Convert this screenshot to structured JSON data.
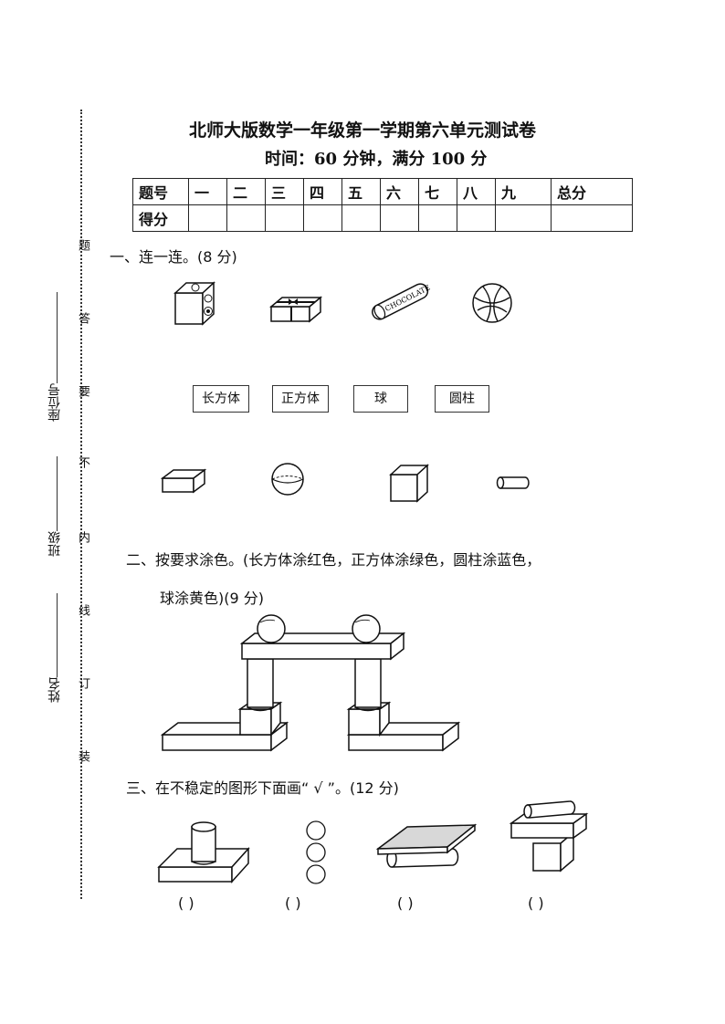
{
  "header": {
    "title": "北师大版数学一年级第一学期第六单元测试卷",
    "subtitle": "时间：60 分钟，满分 100 分"
  },
  "score_table": {
    "row1": [
      "题号",
      "一",
      "二",
      "三",
      "四",
      "五",
      "六",
      "七",
      "八",
      "九",
      "总分"
    ],
    "row2_label": "得分"
  },
  "side_margin": {
    "chars": [
      "题",
      "答",
      "要",
      "不",
      "内",
      "线",
      "订",
      "装"
    ],
    "labels": [
      "座位号",
      "班级",
      "姓名"
    ]
  },
  "q1": {
    "heading": "一、连一连。(8 分)",
    "chocolate_text": "CHOCOLATE",
    "words": [
      "长方体",
      "正方体",
      "球",
      "圆柱"
    ]
  },
  "q2": {
    "line1": "二、按要求涂色。(长方体涂红色，正方体涂绿色，圆柱涂蓝色，",
    "line2": "球涂黄色)(9 分)"
  },
  "q3": {
    "heading": "三、在不稳定的图形下面画“ √ ”。(12 分)",
    "parens": [
      "(          )",
      "(          )",
      "(          )",
      "(          )"
    ]
  }
}
